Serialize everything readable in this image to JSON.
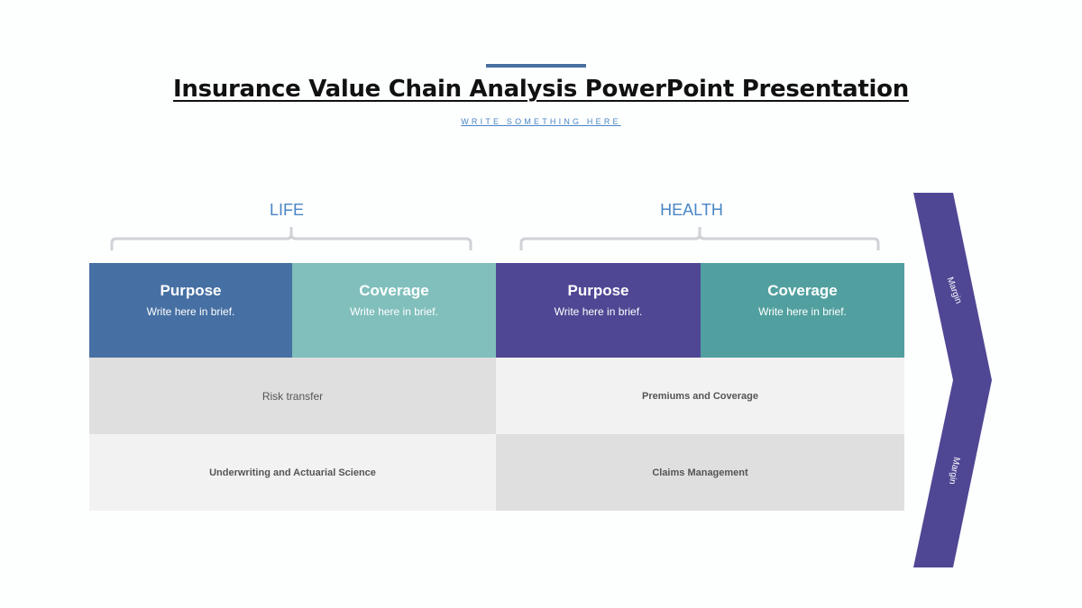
{
  "header": {
    "title": "Insurance Value Chain Analysis PowerPoint Presentation",
    "subtitle": "WRITE SOMETHING HERE"
  },
  "groups": [
    {
      "label": "LIFE",
      "columns": [
        {
          "title": "Purpose",
          "subtitle": "Write here in brief.",
          "color": "#4670a3"
        },
        {
          "title": "Coverage",
          "subtitle": "Write here in brief.",
          "color": "#80bfbc"
        }
      ],
      "rows": [
        {
          "text": "Risk transfer",
          "bg": "#dfdfdf"
        },
        {
          "text": "Underwriting and Actuarial Science",
          "bg": "#f2f2f2"
        }
      ]
    },
    {
      "label": "HEALTH",
      "columns": [
        {
          "title": "Purpose",
          "subtitle": "Write here in brief.",
          "color": "#4f4794"
        },
        {
          "title": "Coverage",
          "subtitle": "Write here in brief.",
          "color": "#51a09f"
        }
      ],
      "rows": [
        {
          "text": "Premiums and Coverage",
          "bg": "#f2f2f2"
        },
        {
          "text": "Claims Management",
          "bg": "#dfdfdf"
        }
      ]
    }
  ],
  "chevron": {
    "color": "#4f4794",
    "labels": [
      "Margin",
      "Margin"
    ]
  },
  "colors": {
    "accent": "#4a6fa1",
    "label_blue": "#4a86c5",
    "brace_gray": "#cfd2d6"
  }
}
